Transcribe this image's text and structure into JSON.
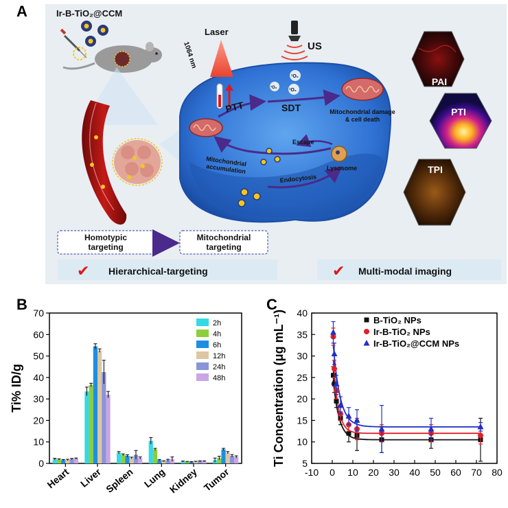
{
  "panels": {
    "a": "A",
    "b": "B",
    "c": "C"
  },
  "schematic": {
    "nanoparticle_label": "Ir-B-TiO₂@CCM",
    "laser_label": "Laser",
    "wavelength_label": "1064 nm",
    "us_label": "US",
    "ptt_label": "PTT",
    "sdt_label": "SDT",
    "ros1": "¹O₂",
    "ros2": "¹O₂",
    "ros3": "¹O₂",
    "damage_line1": "Mitochondrial damage",
    "damage_line2": "& cell death",
    "escape_label": "Escape",
    "accum_line1": "Mitochondrial",
    "accum_line2": "accumulation",
    "lysosome_label": "Lysosome",
    "endocytosis_label": "Endocytosis",
    "homotypic_line1": "Homotypic",
    "homotypic_line2": "targeting",
    "mito_target_line1": "Mitochondrial",
    "mito_target_line2": "targeting",
    "hierarchical_label": "Hierarchical-targeting",
    "multimodal_label": "Multi-modal imaging",
    "imaging": [
      "PAI",
      "PTI",
      "TPI"
    ],
    "check_mark": "✔"
  },
  "colors": {
    "blue_cell": "#2f72d4",
    "purple_arrow": "#4a2a8a",
    "check_red": "#e0171b",
    "bg_panel": "#e9eef3"
  },
  "chart_data": [
    {
      "type": "bar",
      "title": "",
      "ylabel": "Ti% ID/g",
      "xlabel": "",
      "ylim": [
        0,
        70
      ],
      "yticks": [
        0,
        10,
        20,
        30,
        40,
        50,
        60,
        70
      ],
      "categories": [
        "Heart",
        "Liver",
        "Spleen",
        "Lung",
        "Kidney",
        "Tumor"
      ],
      "legend_position": "top-right",
      "series": [
        {
          "name": "2h",
          "color": "#33d9e6",
          "values": [
            2.0,
            33.5,
            5.0,
            10.5,
            0.9,
            1.5
          ],
          "errors": [
            0.4,
            2.0,
            0.5,
            1.5,
            0.2,
            1.0
          ]
        },
        {
          "name": "4h",
          "color": "#8bcf3b",
          "values": [
            1.8,
            36.5,
            4.0,
            6.5,
            0.7,
            2.5
          ],
          "errors": [
            0.3,
            0.8,
            0.4,
            0.5,
            0.2,
            0.8
          ]
        },
        {
          "name": "6h",
          "color": "#1e8fe0",
          "values": [
            1.5,
            54.5,
            3.5,
            1.5,
            0.6,
            6.5
          ],
          "errors": [
            0.3,
            1.2,
            0.5,
            0.3,
            0.2,
            0.5
          ]
        },
        {
          "name": "12h",
          "color": "#dcc7a1",
          "values": [
            1.6,
            52.5,
            2.5,
            1.0,
            0.8,
            5.0
          ],
          "errors": [
            0.3,
            0.8,
            0.4,
            0.2,
            0.2,
            0.5
          ]
        },
        {
          "name": "24h",
          "color": "#8a95d8",
          "values": [
            2.0,
            42.5,
            4.0,
            1.5,
            1.0,
            3.5
          ],
          "errors": [
            0.3,
            5.5,
            2.0,
            0.4,
            0.2,
            0.6
          ]
        },
        {
          "name": "48h",
          "color": "#c9a6e6",
          "values": [
            2.2,
            32.0,
            2.5,
            2.0,
            1.0,
            3.0
          ],
          "errors": [
            0.3,
            1.5,
            0.5,
            1.0,
            0.2,
            0.5
          ]
        }
      ]
    },
    {
      "type": "scatter",
      "title": "",
      "xlabel": "",
      "ylabel": "Ti Concentration (μg mL⁻¹)",
      "xlim": [
        -10,
        80
      ],
      "ylim": [
        5,
        40
      ],
      "xticks": [
        -10,
        0,
        10,
        20,
        30,
        40,
        50,
        60,
        70,
        80
      ],
      "yticks": [
        5,
        10,
        15,
        20,
        25,
        30,
        35,
        40
      ],
      "legend_position": "top-right",
      "series": [
        {
          "name": "B-TiO₂ NPs",
          "color": "#111111",
          "marker": "square",
          "x": [
            0.5,
            1,
            2,
            4,
            8,
            12,
            24,
            48,
            72
          ],
          "y": [
            25.5,
            23.5,
            19.5,
            15.5,
            12.0,
            11.5,
            10.5,
            10.5,
            10.5
          ],
          "err": [
            2.0,
            2.0,
            1.5,
            1.5,
            2.0,
            3.5,
            3.0,
            2.0,
            5.0
          ],
          "fit": {
            "a": 16.5,
            "k": 0.35,
            "c": 10.5
          }
        },
        {
          "name": "Ir-B-TiO₂ NPs",
          "color": "#e0202a",
          "marker": "circle",
          "x": [
            0.5,
            1,
            2,
            4,
            8,
            12,
            24,
            48,
            72
          ],
          "y": [
            34.5,
            27.0,
            22.0,
            16.5,
            14.0,
            13.0,
            12.0,
            12.0,
            11.5
          ],
          "err": [
            2.0,
            2.0,
            2.0,
            1.5,
            1.5,
            2.5,
            2.0,
            2.0,
            2.0
          ],
          "fit": {
            "a": 21.0,
            "k": 0.42,
            "c": 12.0
          }
        },
        {
          "name": "Ir-B-TiO₂@CCM NPs",
          "color": "#2030c8",
          "marker": "triangle",
          "x": [
            0.5,
            1,
            2,
            4,
            8,
            12,
            24,
            48,
            72
          ],
          "y": [
            35.5,
            30.5,
            23.5,
            18.5,
            16.0,
            15.0,
            13.0,
            13.0,
            13.5
          ],
          "err": [
            2.5,
            2.5,
            2.0,
            2.0,
            2.0,
            2.5,
            5.5,
            2.5,
            1.0
          ],
          "fit": {
            "a": 22.0,
            "k": 0.3,
            "c": 13.5
          }
        }
      ]
    }
  ]
}
